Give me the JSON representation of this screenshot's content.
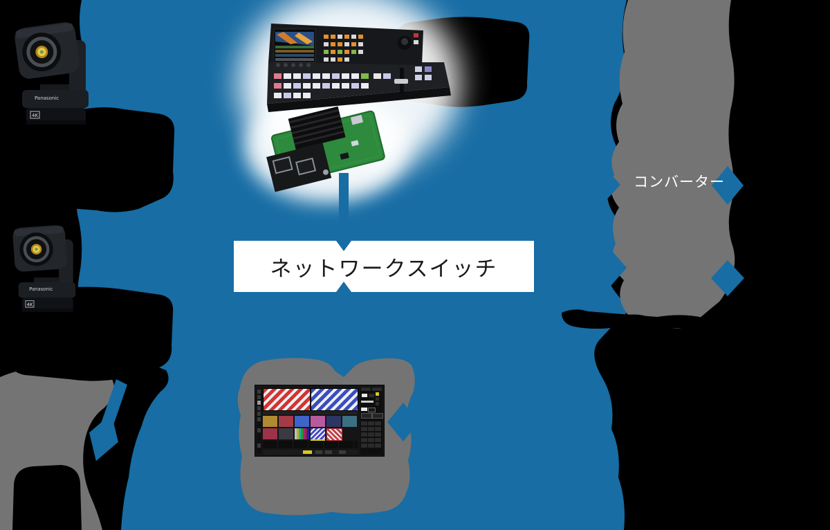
{
  "scene": {
    "background_color": "#000000",
    "network_cloud_color": "#176DA4",
    "group_cloud_color": "#747474",
    "switch_box_color": "#FFFFFF",
    "labels": {
      "network_switch": "ネットワークスイッチ",
      "converter": "コンバーター"
    },
    "camera": {
      "brand": "Panasonic",
      "badge": "4K"
    },
    "devices": [
      {
        "id": "ptz-camera-top-left",
        "icon": "ptz-camera-icon"
      },
      {
        "id": "ptz-camera-mid-left",
        "icon": "ptz-camera-icon"
      },
      {
        "id": "switcher-console",
        "icon": "video-switcher-icon"
      },
      {
        "id": "network-interface-board",
        "icon": "circuit-board-icon"
      },
      {
        "id": "production-software-screen",
        "icon": "software-ui-icon"
      }
    ],
    "arrow_color": "#176DA4"
  }
}
